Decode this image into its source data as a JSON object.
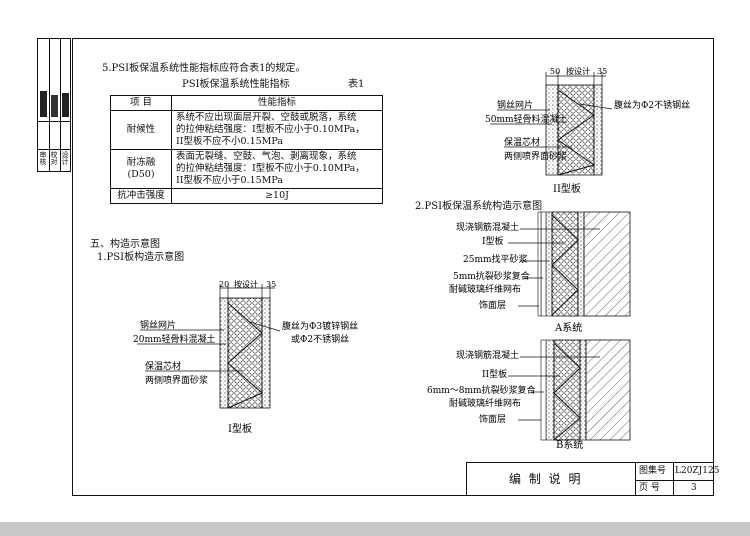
{
  "section5": {
    "heading": "5.PSI板保温系统性能指标应符合表1的规定。",
    "table_title": "PSI板保温系统性能指标",
    "table_no": "表1"
  },
  "table": {
    "header": [
      "项 目",
      "性能指标"
    ],
    "rows": [
      {
        "item": "耐候性",
        "lines": [
          "系统不应出现面层开裂、空鼓或脱落，系统",
          "的拉伸粘结强度：I型板不应小于0.10MPa，",
          "II型板不应不小0.15MPa"
        ]
      },
      {
        "item": "耐冻融",
        "item2": "(D50)",
        "lines": [
          "表面无裂缝、空鼓、气泡、剥离现象，系统",
          "的拉伸粘结强度：I型板不应小于0.10MPa，",
          "II型板不应小于0.15MPa"
        ]
      },
      {
        "item": "抗冲击强度",
        "lines": [
          "≥10J"
        ]
      }
    ]
  },
  "section_five": {
    "heading": "五、构造示意图",
    "sub1": "1.PSI板构造示意图",
    "sub2": "2.PSI板保温系统构造示意图"
  },
  "diag_type1": {
    "dims": [
      "20",
      "按设计",
      "35"
    ],
    "labels": [
      "钢丝网片",
      "20mm轻骨料混凝土",
      "保温芯材",
      "两侧喷界面砂浆"
    ],
    "note1": "腹丝为Φ3镀锌钢丝",
    "note2": "或Φ2不锈钢丝",
    "caption": "I型板"
  },
  "diag_type2": {
    "dims": [
      "50",
      "按设计",
      "35"
    ],
    "labels": [
      "钢丝网片",
      "50mm轻骨料混凝土",
      "保温芯材",
      "两侧喷界面砂浆"
    ],
    "note": "腹丝为Φ2不锈钢丝",
    "caption": "II型板"
  },
  "diag_a": {
    "labels": [
      "现浇钢筋混凝土",
      "I型板",
      "25mm找平砂浆",
      "5mm抗裂砂浆复合",
      "耐碱玻璃纤维网布",
      "饰面层"
    ],
    "caption": "A系统"
  },
  "diag_b": {
    "labels": [
      "现浇钢筋混凝土",
      "II型板",
      "6mm～8mm抗裂砂浆复合",
      "耐碱玻璃纤维网布",
      "饰面层"
    ],
    "caption": "B系统"
  },
  "title_block": {
    "title": "编  制  说  明",
    "atlas_label": "图集号",
    "atlas_no": "L20ZJ125",
    "page_label": "页  号",
    "page_no": "3"
  },
  "sidebar": {
    "labels": [
      "审核",
      "校对",
      "设计"
    ]
  }
}
